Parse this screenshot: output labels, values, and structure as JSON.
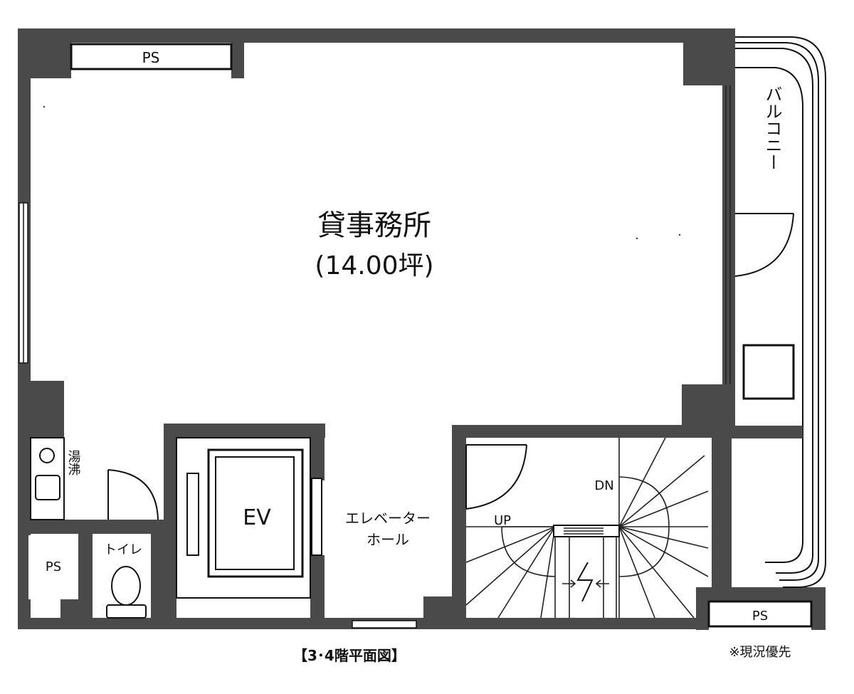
{
  "office": {
    "name": "貸事務所",
    "area": "(14.00坪)"
  },
  "labels": {
    "ps_top": "PS",
    "ps_left": "PS",
    "ps_bottom_right": "PS",
    "balcony": "バルコニー",
    "ev": "EV",
    "ev_hall_line1": "エレベーター",
    "ev_hall_line2": "ホール",
    "toilet": "トイレ",
    "sink": "湯沸",
    "stairs_up": "UP",
    "stairs_down": "DN"
  },
  "footer": {
    "plan_title": "【3･4階平面図】",
    "note": "※現況優先"
  }
}
